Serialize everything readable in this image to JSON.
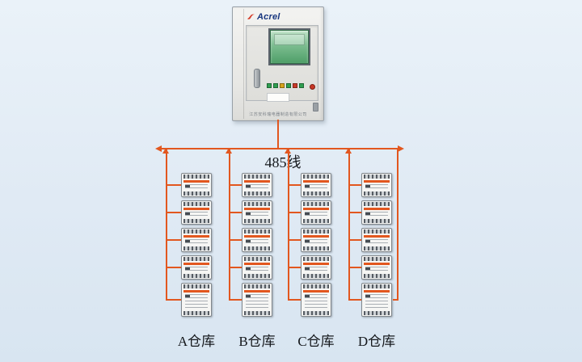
{
  "cabinet": {
    "brand": "Acrel",
    "footer_text": "江苏安科瑞电器制造有限公司",
    "buttons": [
      "#2f9e50",
      "#2f9e50",
      "#d8a41c",
      "#2f9e50",
      "#c83a28",
      "#2f9e50"
    ]
  },
  "diagram": {
    "bus_label": "485线",
    "bus_color": "#e2571f",
    "background": "#e0eaf4",
    "columns": [
      {
        "label": "A仓库",
        "devices": 5
      },
      {
        "label": "B仓库",
        "devices": 5
      },
      {
        "label": "C仓库",
        "devices": 5
      },
      {
        "label": "D仓库",
        "devices": 5
      }
    ]
  }
}
